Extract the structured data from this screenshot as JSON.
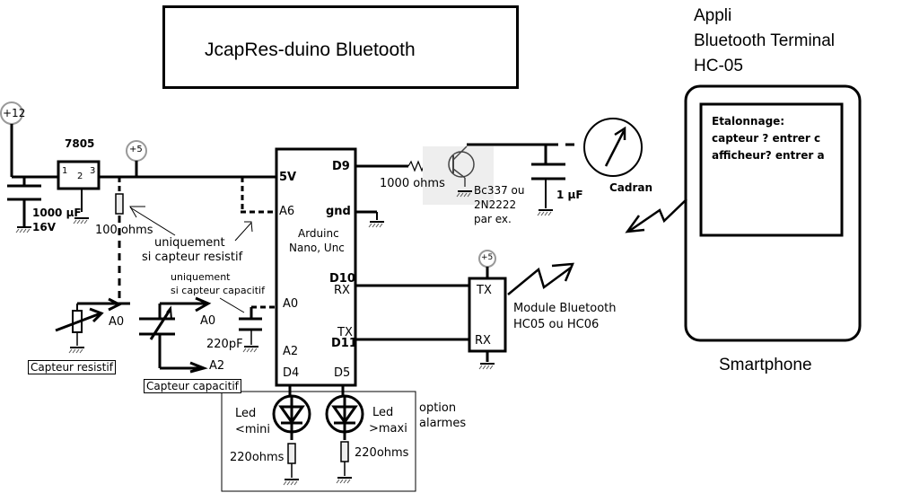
{
  "title": "JcapRes-duino Bluetooth",
  "power": {
    "supply_12v": "+12",
    "regulator": "7805",
    "regulator_pins": [
      "1",
      "2",
      "3"
    ],
    "supply_5v": "+5",
    "input_cap": "1000 µF",
    "input_cap_voltage": "16V",
    "pullup_resistor": "100 ohms"
  },
  "notes": {
    "resistive_only_line1": "uniquement",
    "resistive_only_line2": "si capteur resistif",
    "capacitive_only_line1": "uniquement",
    "capacitive_only_line2": "si capteur capacitif"
  },
  "arduino": {
    "label_line1": "Arduinc",
    "label_line2": "Nano, Unc",
    "pins": {
      "v5": "5V",
      "a6": "A6",
      "a0": "A0",
      "a2": "A2",
      "d4": "D4",
      "d9": "D9",
      "gnd": "gnd",
      "d10": "D10",
      "rx": "RX",
      "tx": "TX",
      "d11": "D11",
      "d5": "D5"
    }
  },
  "sensors": {
    "resistive_label": "Capteur resistif",
    "resistive_pin": "A0",
    "capacitive_label": "Capteur capacitif",
    "capacitive_pin_a0": "A0",
    "capacitive_pin_a2": "A2",
    "ref_cap": "220pF"
  },
  "meter": {
    "resistor": "1000 ohms",
    "transistor_line1": "Bc337 ou",
    "transistor_line2": "2N2222",
    "transistor_line3": "par ex.",
    "cap": "1 µF",
    "dial_label": "Cadran"
  },
  "bluetooth_module": {
    "supply": "+5",
    "tx": "TX",
    "rx": "RX",
    "label_line1": "Module Bluetooth",
    "label_line2": "HC05 ou HC06"
  },
  "alarms": {
    "led_min_line1": "Led",
    "led_min_line2": "<mini",
    "led_max_line1": "Led",
    "led_max_line2": ">maxi",
    "resistor_min": "220ohms",
    "resistor_max": "220ohms",
    "option_line1": "option",
    "option_line2": "alarmes"
  },
  "app": {
    "line1": "Appli",
    "line2": "Bluetooth Terminal",
    "line3": "HC-05",
    "screen_line1": "Etalonnage:",
    "screen_line2": "capteur ?  entrer c",
    "screen_line3": "afficheur? entrer a",
    "device_label": "Smartphone"
  }
}
